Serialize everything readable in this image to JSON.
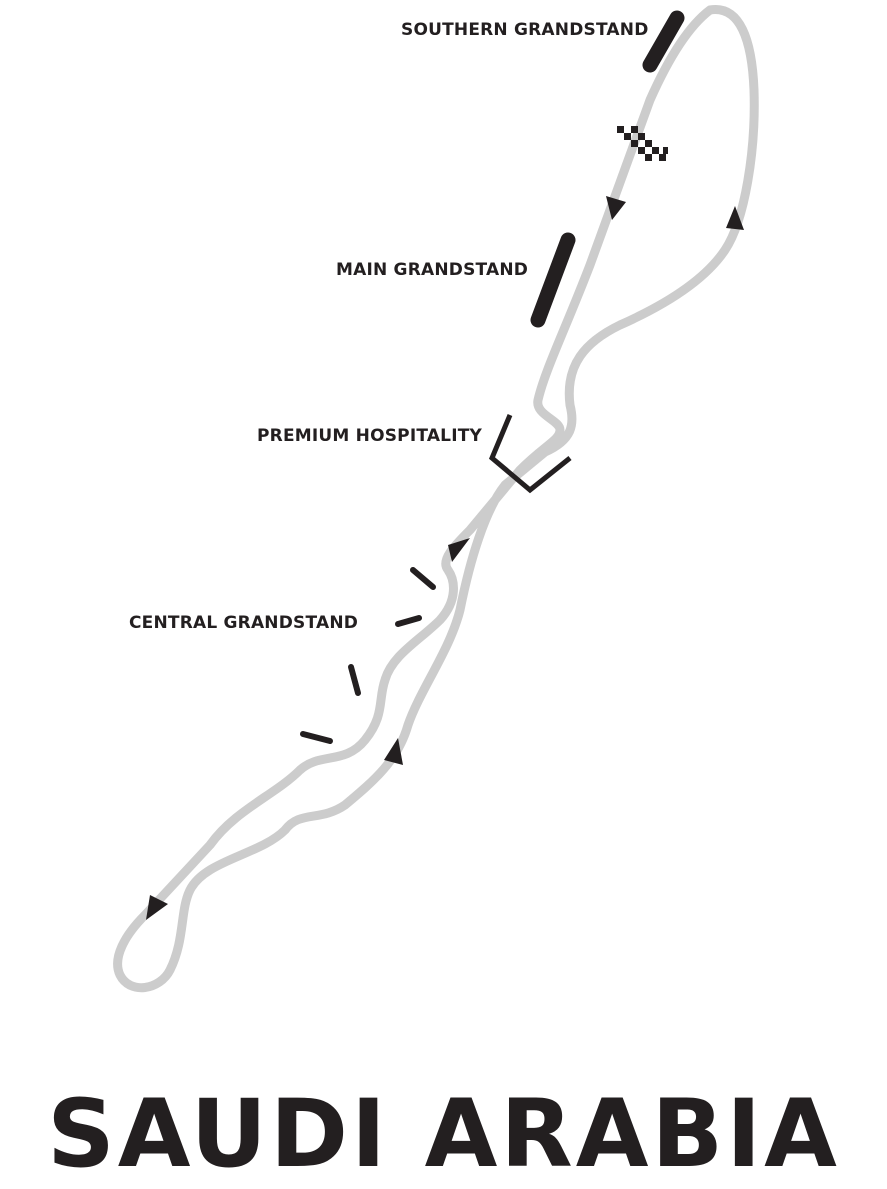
{
  "title": "SAUDI ARABIA",
  "labels": {
    "southern_grandstand": "SOUTHERN GRANDSTAND",
    "main_grandstand": "MAIN GRANDSTAND",
    "premium_hospitality": "PREMIUM HOSPITALITY",
    "central_grandstand": "CENTRAL GRANDSTAND"
  },
  "colors": {
    "track": "#cccccc",
    "ink": "#231f20",
    "background": "#ffffff"
  },
  "icons": [
    "start-finish-checkered-flag-icon",
    "direction-arrow-icon"
  ]
}
